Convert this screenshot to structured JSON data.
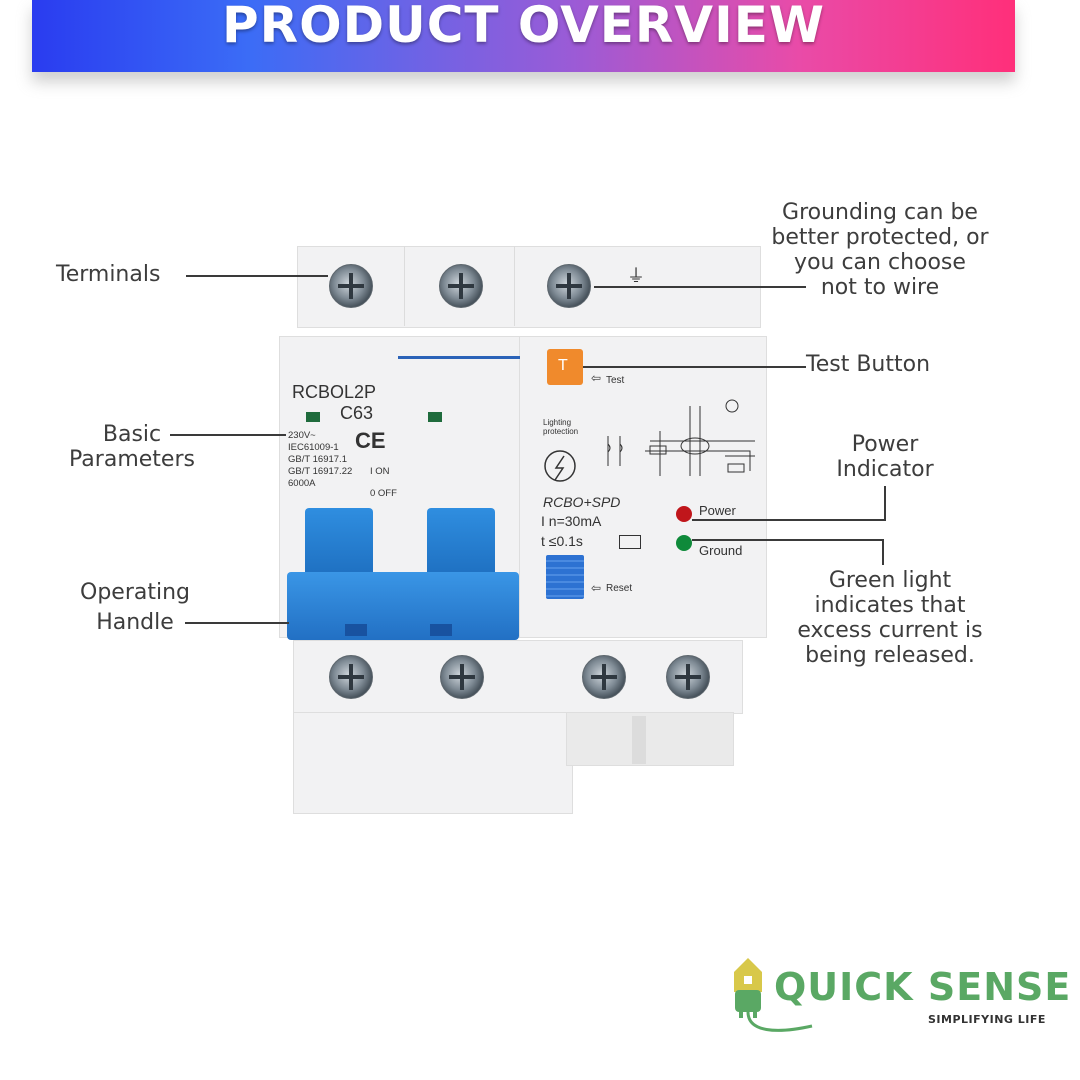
{
  "banner": {
    "title": "PRODUCT OVERVIEW"
  },
  "callouts": {
    "terminals": "Terminals",
    "basic_parameters": [
      "Basic",
      "Parameters"
    ],
    "operating_handle": [
      "Operating",
      "Handle"
    ],
    "grounding": [
      "Grounding can be",
      "better protected, or",
      "you can choose",
      "not to wire"
    ],
    "test_button": "Test Button",
    "power_indicator": [
      "Power",
      "Indicator"
    ],
    "green_light": [
      "Green light",
      "indicates that",
      "excess current is",
      "being released."
    ]
  },
  "device": {
    "model": "RCBOL2P",
    "rating": "C63",
    "specs": [
      "230V~",
      "IEC61009-1",
      "GB/T 16917.1",
      "GB/T 16917.22",
      "6000A"
    ],
    "on_label": "I ON",
    "off_label": "0 OFF",
    "ce_mark": "CE",
    "test_label": "Test",
    "test_button_letter": "T",
    "lighting_label": [
      "Lighting",
      "protection"
    ],
    "rcbo_label": "RCBO+SPD",
    "in_value": "I  n=30mA",
    "t_value": "t  ≤0.1s",
    "power_label": "Power",
    "ground_label": "Ground",
    "reset_label": "Reset",
    "ground_symbol": "⏚"
  },
  "colors": {
    "power_led": "#c0161b",
    "ground_led": "#0f8a3a",
    "test_button": "#f08a2c",
    "handle": "#2e86db",
    "logo_green": "#5aa864"
  },
  "logo": {
    "name": "QUICK SENSE",
    "tagline": "SIMPLIFYING LIFE"
  }
}
